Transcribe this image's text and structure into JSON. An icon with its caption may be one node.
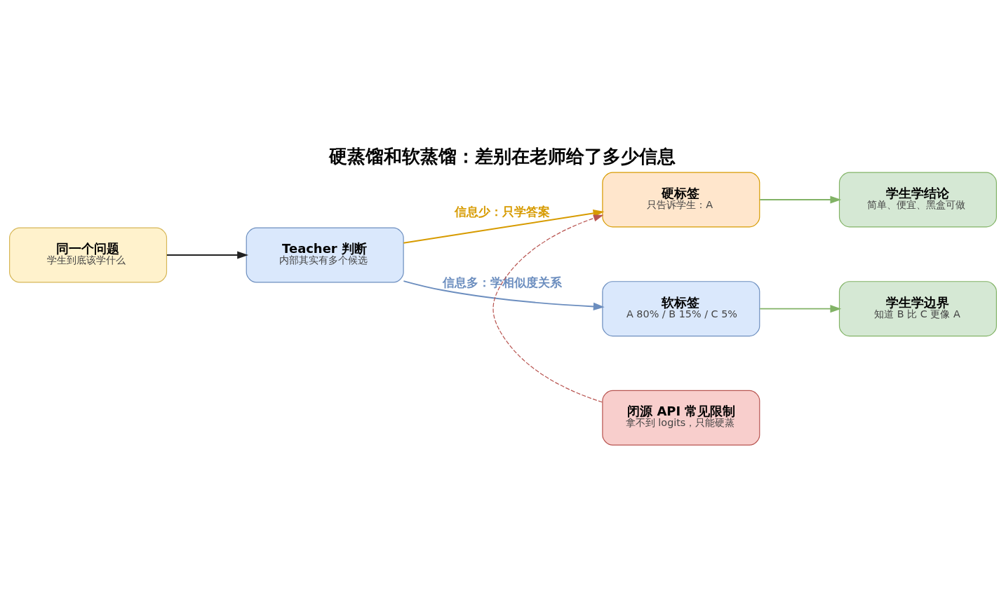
{
  "diagram": {
    "title": "硬蒸馏和软蒸馏：差别在老师给了多少信息",
    "nodes": [
      {
        "text": [
          "同一个问题",
          "学生到底该学什么"
        ]
      },
      {
        "text": [
          "Teacher 判断",
          "内部其实有多个候选"
        ]
      },
      {
        "text": [
          "硬标签",
          "只告诉学生：A"
        ]
      },
      {
        "text": [
          "软标签",
          "A 80% / B 15% / C 5%"
        ]
      },
      {
        "text": [
          "学生学结论",
          "简单、便宜、黑盒可做"
        ]
      },
      {
        "text": [
          "学生学边界",
          "知道 B 比 C 更像 A"
        ]
      },
      {
        "text": [
          "闭源 API 常见限制",
          "拿不到 logits，只能硬蒸"
        ]
      }
    ],
    "edges": [
      {
        "from": 0,
        "to": 1,
        "arrow": "to",
        "color": "#222222"
      },
      {
        "from": 1,
        "to": 2,
        "arrow": "to",
        "label": "信息少：只学答案",
        "color": "#d79b00"
      },
      {
        "from": 1,
        "to": 3,
        "arrow": "to",
        "label": "信息多：学相似度关系",
        "color": "#6c8ebf"
      },
      {
        "from": 2,
        "to": 4,
        "arrow": "to",
        "color": "#82b366"
      },
      {
        "from": 3,
        "to": 5,
        "arrow": "to",
        "color": "#82b366"
      },
      {
        "from": 6,
        "to": 2,
        "arrow": "to",
        "style": "dashed",
        "color": "#b85450"
      }
    ]
  }
}
